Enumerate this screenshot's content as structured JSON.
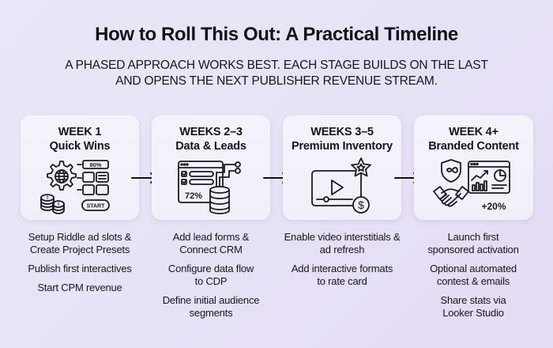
{
  "header": {
    "title": "How to Roll This Out: A Practical Timeline",
    "subtitle_line1": "A PHASED APPROACH WORKS BEST. EACH STAGE BUILDS ON THE LAST",
    "subtitle_line2": "AND OPENS THE NEXT PUBLISHER REVENUE STREAM."
  },
  "stages": [
    {
      "week": "WEEK 1",
      "name": "Quick Wins",
      "icon": "gear-globe-dashboard-coins-icon",
      "icon_labels": {
        "percent": "80%",
        "button": "START"
      },
      "tasks": [
        "Setup Riddle ad slots & Create Project Presets",
        "Publish first interactives",
        "Start CPM revenue"
      ]
    },
    {
      "week": "WEEKS 2–3",
      "name": "Data & Leads",
      "icon": "form-database-icon",
      "icon_labels": {
        "percent": "72%"
      },
      "tasks": [
        "Add lead forms & Connect CRM",
        "Configure data flow to CDP",
        "Define initial audience segments"
      ]
    },
    {
      "week": "WEEKS 3–5",
      "name": "Premium Inventory",
      "icon": "video-star-dollar-icon",
      "icon_labels": {
        "currency": "$"
      },
      "tasks": [
        "Enable video interstitials & ad refresh",
        "Add interactive formats to rate card"
      ]
    },
    {
      "week": "WEEK 4+",
      "name": "Branded Content",
      "icon": "handshake-analytics-icon",
      "icon_labels": {
        "percent": "+20%"
      },
      "tasks": [
        "Launch first sponsored activation",
        "Optional automated contest & emails",
        "Share stats via Looker Studio"
      ]
    }
  ],
  "colors": {
    "background_start": "#e9e8f6",
    "background_end": "#e3dcf4",
    "card": "#f3f2fa",
    "text": "#14141c",
    "icon_stroke": "#1a1a22"
  }
}
